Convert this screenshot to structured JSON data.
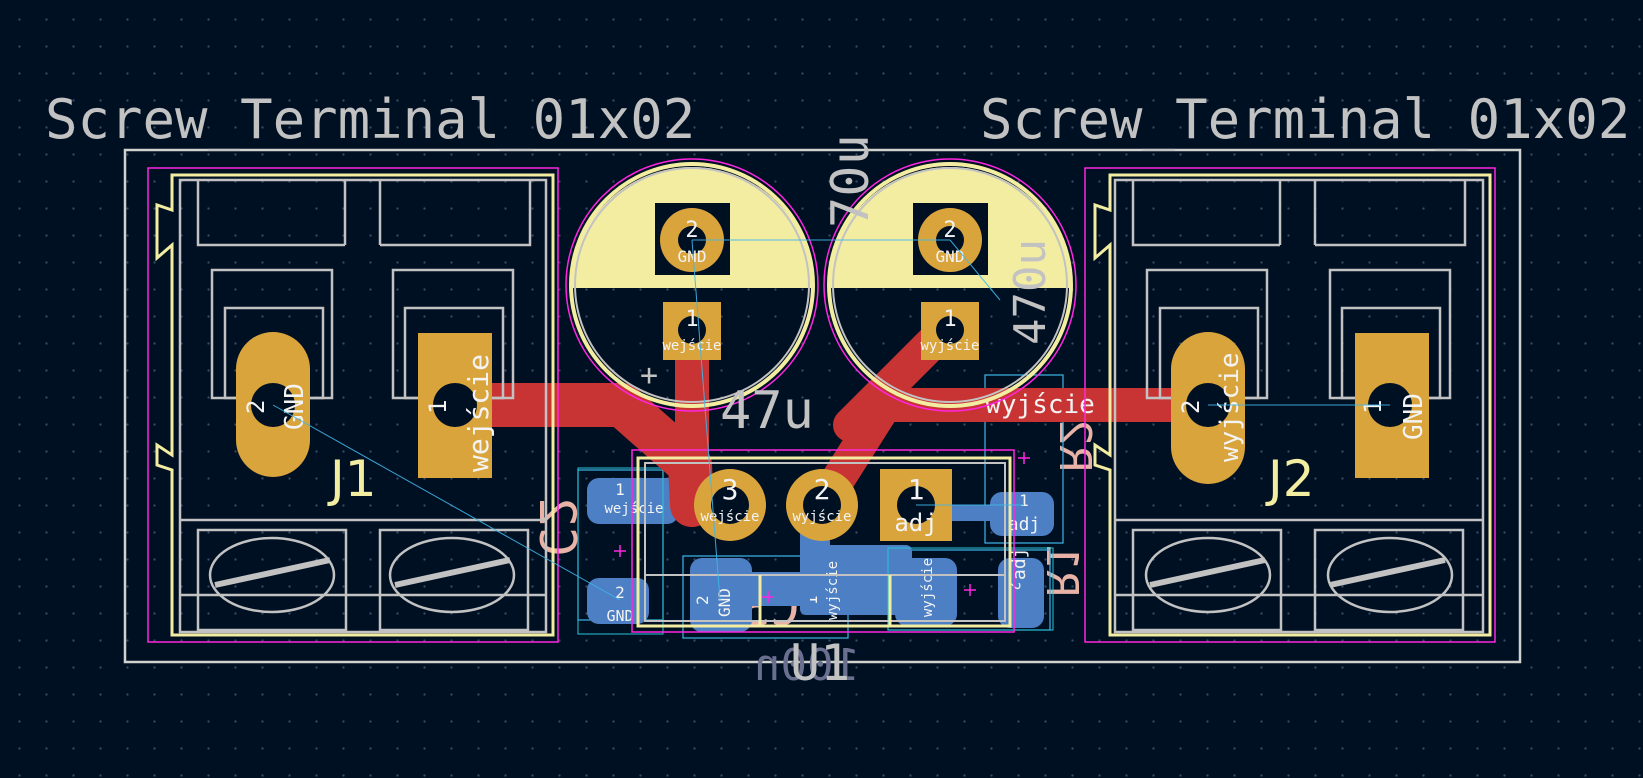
{
  "colors": {
    "background": "#001023",
    "edge_cuts": "#d0d2cd",
    "fab": "#c2c2c2",
    "silk": "#f2eda1",
    "courtyard": "#ff26e2",
    "copper_front": "#c83434",
    "copper_back": "#4d7fc4",
    "pad": "#d9a43b",
    "ratsnest": "#3fb6e8",
    "back_silk": "#e8b2a7",
    "back_fab": "#6a6e8f"
  },
  "footprints": {
    "j1": {
      "value": "Screw_Terminal_01x02",
      "ref": "J1",
      "pad2_num": "2",
      "pad2_net": "GND",
      "pad1_num": "1",
      "pad1_net": "wejście"
    },
    "j2": {
      "value": "Screw_Terminal_01x02",
      "ref": "J2",
      "pad2_num": "2",
      "pad2_net": "wyjście",
      "pad1_num": "1",
      "pad1_net": "GND"
    },
    "c_in": {
      "pad2_num": "2",
      "pad2_net": "GND",
      "pad1_num": "1",
      "pad1_net": "wejście",
      "value_partial": "47u"
    },
    "c_out": {
      "pad2_num": "2",
      "pad2_net": "GND",
      "pad1_num": "1",
      "pad1_net": "wyjście",
      "value_rot": "70u",
      "value_rot2": "470u"
    },
    "u1": {
      "ref": "U1",
      "pad3_num": "3",
      "pad3_net": "wejście",
      "pad2_num": "2",
      "pad2_net": "wyjście",
      "pad1_num": "1",
      "pad1_net": "adj"
    },
    "back_smd": {
      "c1_pad1_num": "1",
      "c1_pad1_net": "wejście",
      "c1_pad2_num": "2",
      "c1_pad2_net": "GND",
      "c2_pad2_num": "2",
      "c2_pad2_net": "GND",
      "c2_pad1_num": "1",
      "c2_pad1_net": "wyjście",
      "r1_pad_num": "1",
      "r1_pad_net": "wyjście",
      "r1_pad2_num": "2",
      "r1_pad2_net": "adj",
      "r2_pad_num": "1",
      "r2_pad_net": "adj",
      "c2_ref": "C2",
      "c3_ref": "C3",
      "r1_ref": "R1",
      "r2_ref": "R2",
      "value_100n": "100n"
    },
    "trace_net_label": "wyjście"
  }
}
